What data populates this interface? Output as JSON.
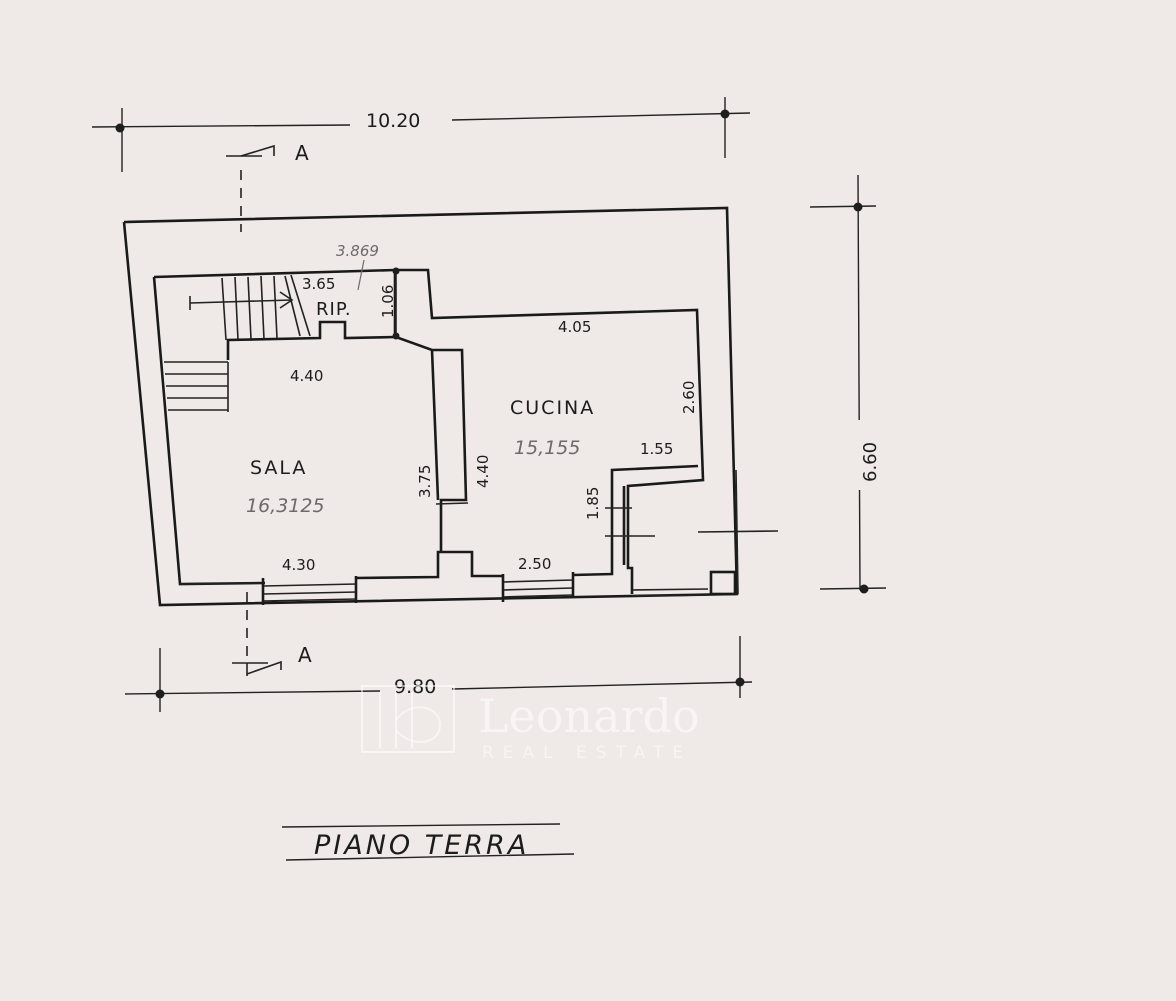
{
  "plan": {
    "title": "PIANO TERRA",
    "rooms": {
      "sala": {
        "name": "SALA",
        "area": "16,3125"
      },
      "cucina": {
        "name": "CUCINA",
        "area": "15,155"
      },
      "rip": {
        "name": "RIP."
      }
    },
    "dimensions": {
      "top_total": "10.20",
      "bottom_total": "9.80",
      "right_total": "6.60",
      "stair_width": "3.65",
      "stair_width_handwritten": "3.869",
      "rip_height": "1.06",
      "sala_top": "4.40",
      "sala_bottom": "4.30",
      "sala_side": "3.75",
      "cucina_side": "4.40",
      "cucina_top": "4.05",
      "cucina_right": "2.60",
      "cucina_step": "1.55",
      "cucina_lower": "1.85",
      "cucina_window": "2.50"
    },
    "section_marks": {
      "top": "A",
      "bottom": "A"
    }
  },
  "watermark": {
    "brand": "Leonardo",
    "tagline": "REAL ESTATE"
  }
}
